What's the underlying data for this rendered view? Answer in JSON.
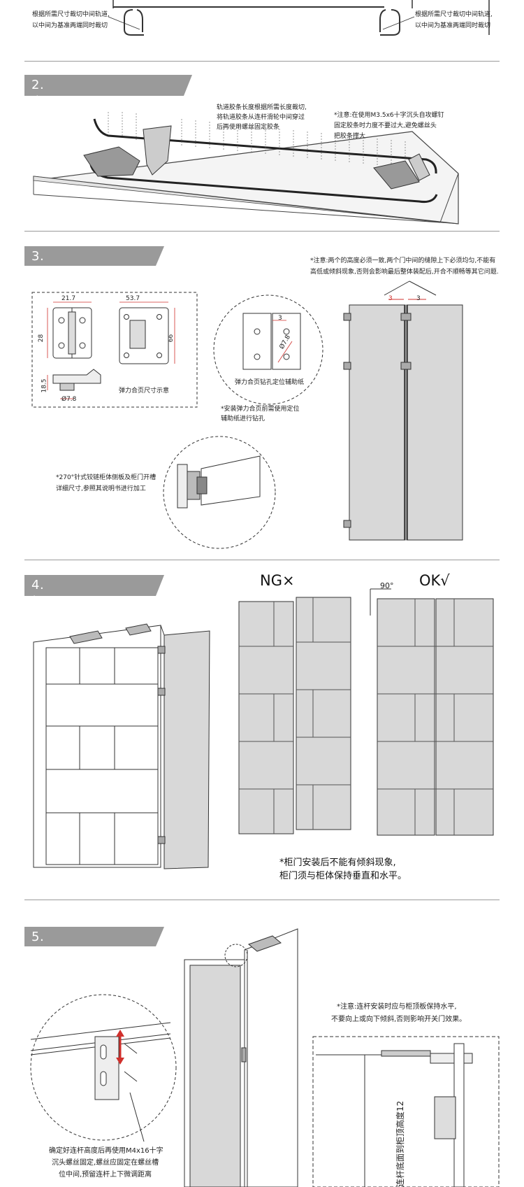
{
  "colors": {
    "banner": "#9a9a9a",
    "dim_red": "#d0302c",
    "panel_gray": "#d8d8d8",
    "line": "#333333"
  },
  "top": {
    "note_left_1": "根据所需尺寸裁切中间轨道,",
    "note_left_2": "以中间为基准两端同时裁切",
    "note_right_1": "根据所需尺寸裁切中间轨道,",
    "note_right_2": "以中间为基准两端同时裁切"
  },
  "section2": {
    "title": "2.安装轨道胶条以及连杆",
    "note_center_1": "轨道胶条长度根据所需长度裁切,",
    "note_center_2": "将轨道胶条从连杆滑轮中间穿过",
    "note_center_3": "后再使用螺丝固定胶条",
    "note_right_1": "*注意:在使用M3.5x6十字沉头自攻螺钉",
    "note_right_2": "固定胶条时力度不要过大,避免螺丝头",
    "note_right_3": "把胶条撑大"
  },
  "section3": {
    "title": "3.安装合页",
    "note_top_1": "*注意:两个的高度必须一致,两个门中间的缝隙上下必须均匀,不能有",
    "note_top_2": "高低或倾斜现象,否则会影响最后整体装配后,开合不顺畅等其它问题.",
    "dim_217": "21.7",
    "dim_537": "53.7",
    "dim_28": "28",
    "dim_66": "66",
    "dim_185": "18.5",
    "dim_78": "Ø7.8",
    "dim_3": "3",
    "dim_78b": "Ø7.8",
    "dim_3b": "3",
    "dim_3c": "3",
    "caption_hinge": "弹力合页尺寸示意",
    "caption_paper": "弹力合页钻孔定位辅助纸",
    "note_drill_1": "*安装弹力合页前需使用定位",
    "note_drill_2": "辅助纸进行钻孔",
    "note_270_1": "*270°针式铰链柜体侧板及柜门开槽",
    "note_270_2": "详细尺寸,参照其说明书进行加工"
  },
  "section4": {
    "title": "4.柜门与柜体安装",
    "ng": "NG×",
    "ok": "OK√",
    "angle": "90°",
    "note_1": "*柜门安装后不能有倾斜现象,",
    "note_2": "柜门须与柜体保持垂直和水平。"
  },
  "section5": {
    "title": "5.柜门与连杆安装",
    "note_right_1": "*注意:连杆安装时应与柜顶板保持水平,",
    "note_right_2": "不要向上或向下倾斜,否则影响开关门效果。",
    "note_left_1": "确定好连杆高度后再使用M4x16十字",
    "note_left_2": "沉头螺丝固定,螺丝应固定在螺丝槽",
    "note_left_3": "位中间,预留连杆上下微调距离",
    "vertical_label": "连杆底面到柜顶高度12"
  }
}
